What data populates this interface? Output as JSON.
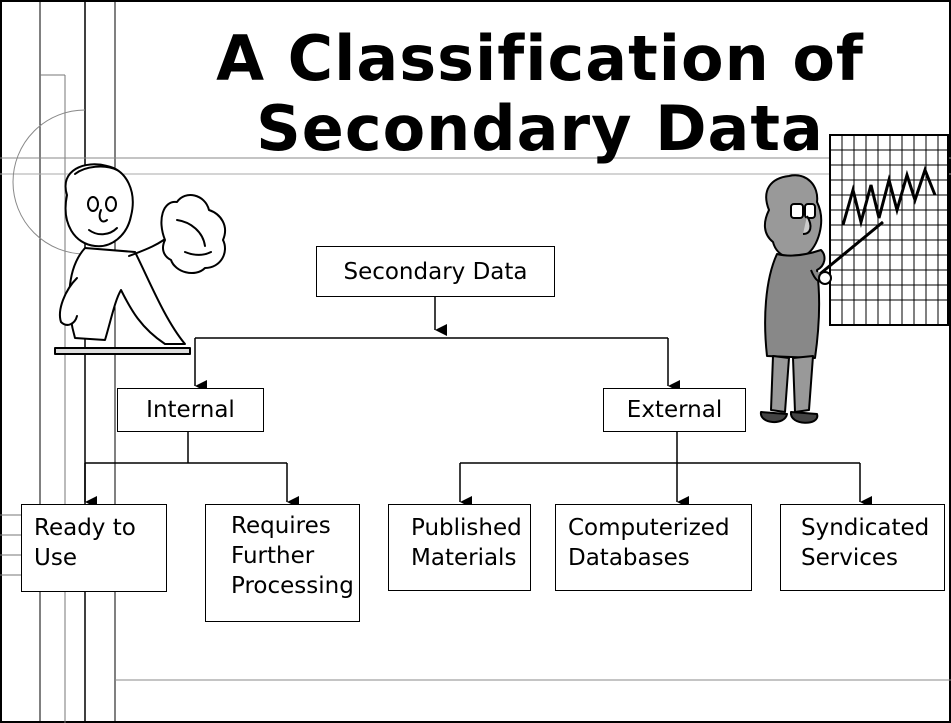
{
  "title": {
    "line1": "A Classification of",
    "line2": "Secondary Data"
  },
  "diagram": {
    "root": "Secondary Data",
    "internal": "Internal",
    "external": "External",
    "ready_to_use": [
      "Ready to",
      "Use"
    ],
    "requires_further_processing": [
      "Requires",
      "Further",
      "Processing"
    ],
    "published_materials": [
      "Published",
      "Materials"
    ],
    "computerized_databases": [
      "Computerized",
      "Databases"
    ],
    "syndicated_services": [
      "Syndicated",
      "Services"
    ]
  },
  "icons": {
    "presenter_left": "cartoon-presenter-icon",
    "presenter_right": "cartoon-professor-chart-icon"
  }
}
